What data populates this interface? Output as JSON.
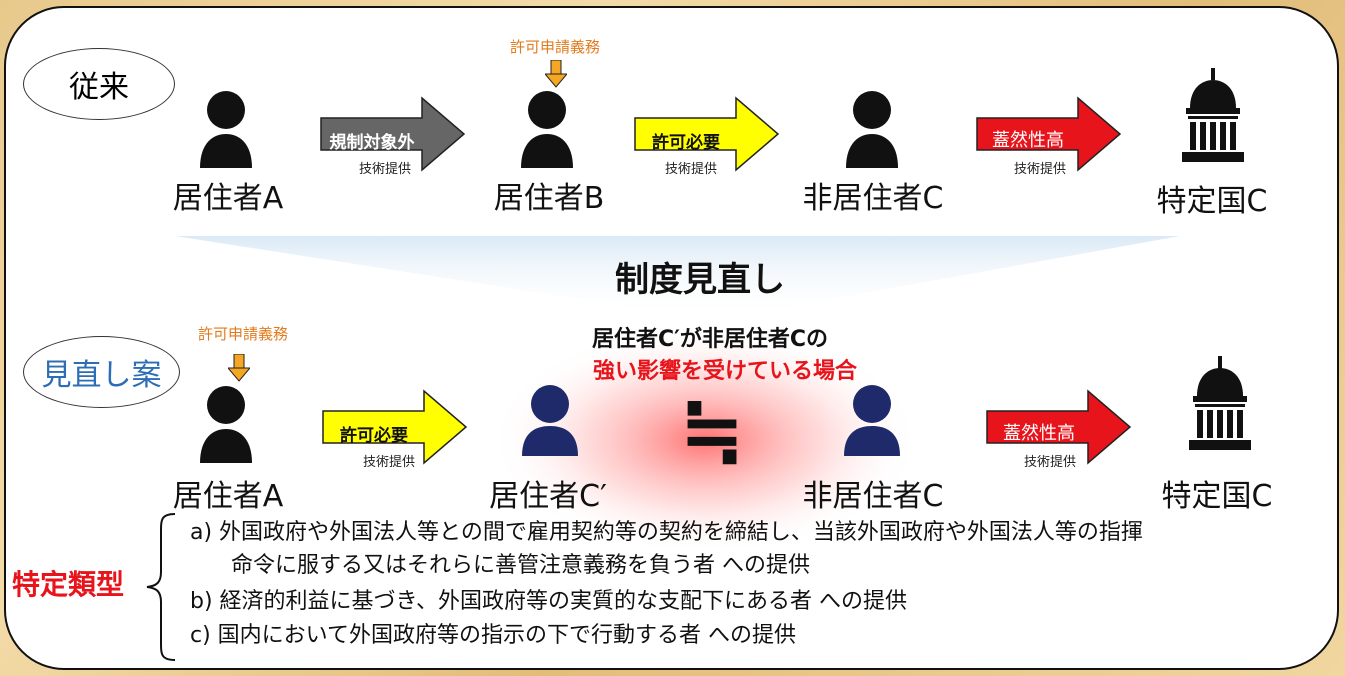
{
  "top": {
    "badge": "従来",
    "obligation": "許可申請義務",
    "people": [
      "居住者A",
      "居住者B",
      "非居住者C",
      "特定国C"
    ],
    "arrows": [
      {
        "label": "規制対象外",
        "sub": "技術提供",
        "color": "#666666",
        "text_color": "#ffffff"
      },
      {
        "label": "許可必要",
        "sub": "技術提供",
        "color": "#ffff00",
        "text_color": "#111111"
      },
      {
        "label": "蓋然性高",
        "sub": "技術提供",
        "color": "#e8141b",
        "text_color": "#ffffff"
      }
    ]
  },
  "review_title": "制度見直し",
  "bottom": {
    "badge": "見直し案",
    "obligation": "許可申請義務",
    "condition_line1": "居住者C′が非居住者Cの",
    "condition_line2": "強い影響を受けている場合",
    "approx_symbol": "≒",
    "people": [
      "居住者A",
      "居住者C′",
      "非居住者C",
      "特定国C"
    ],
    "arrows": [
      {
        "label": "許可必要",
        "sub": "技術提供",
        "color": "#ffff00",
        "text_color": "#111111"
      },
      {
        "label": "蓋然性高",
        "sub": "技術提供",
        "color": "#e8141b",
        "text_color": "#ffffff"
      }
    ]
  },
  "specific_types": {
    "title": "特定類型",
    "items": [
      "a)  外国政府や外国法人等との間で雇用契約等の契約を締結し、当該外国政府や外国法人等の指揮",
      "命令に服する又はそれらに善管注意義務を負う者  への提供",
      "b)  経済的利益に基づき、外国政府等の実質的な支配下にある者  への提供",
      "c)  国内において外国政府等の指示の下で行動する者  への提供"
    ]
  },
  "colors": {
    "person_dark": "#111111",
    "person_navy": "#1f2a6b",
    "obligation": "#e37b1e",
    "emphasis": "#e8141b",
    "highlight": "#ff4d4d"
  }
}
